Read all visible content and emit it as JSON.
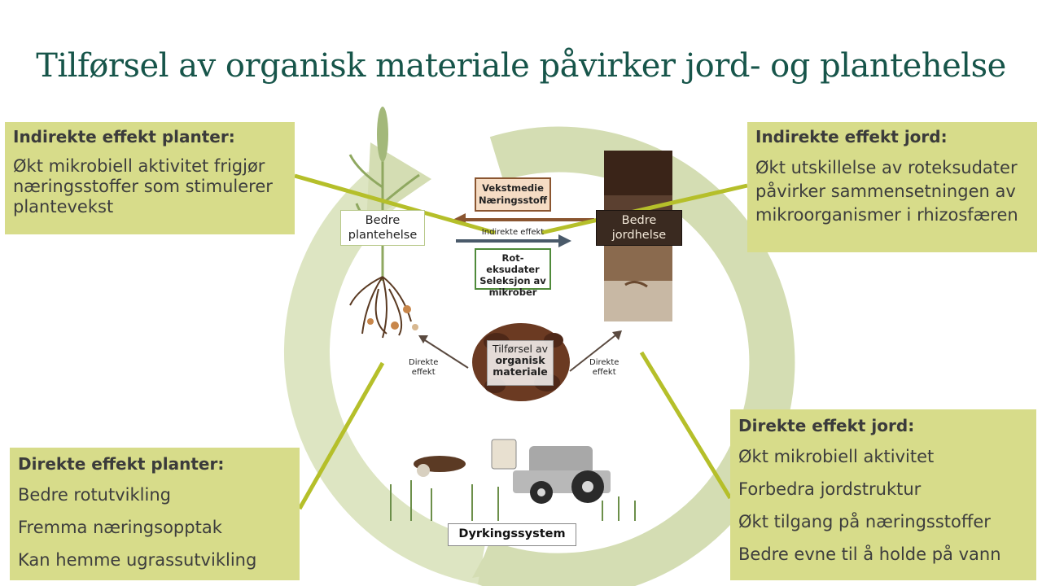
{
  "title": "Tilførsel av organisk materiale påvirker jord- og plantehelse",
  "boxes": {
    "indirect_plants": {
      "heading": "Indirekte effekt planter:",
      "text": "Økt mikrobiell aktivitet frigjør næringsstoffer som stimulerer plantevekst"
    },
    "indirect_soil": {
      "heading": "Indirekte effekt jord:",
      "text": "Økt utskillelse av roteksudater påvirker sammensetningen av mikroorganismer i rhizosfæren"
    },
    "direct_plants": {
      "heading": "Direkte effekt planter:",
      "items": [
        "Bedre rotutvikling",
        "Fremma næringsopptak",
        "Kan hemme ugrassutvikling"
      ]
    },
    "direct_soil": {
      "heading": "Direkte effekt jord:",
      "items": [
        "Økt mikrobiell aktivitet",
        "Forbedra jordstruktur",
        "Økt tilgang på næringsstoffer",
        "Bedre evne til å holde på vann"
      ]
    }
  },
  "diagram": {
    "plant_health": [
      "Bedre",
      "plantehelse"
    ],
    "soil_health": [
      "Bedre",
      "jordhelse"
    ],
    "growth_medium": [
      "Vekstmedie",
      "Næringsstoff"
    ],
    "indirect_effect": "Indirekte effekt",
    "root_exudates": [
      "Rot-eksudater",
      "Seleksjon av",
      "mikrober"
    ],
    "organic_input": [
      "Tilførsel av",
      "organisk",
      "materiale"
    ],
    "direct_effect_left": [
      "Direkte",
      "effekt"
    ],
    "direct_effect_right": [
      "Direkte",
      "effekt"
    ],
    "cropping_system": "Dyrkingssystem"
  },
  "colors": {
    "title": "#17554a",
    "box_fill": "#d7dc8a",
    "connector": "#b5bf2a",
    "cycle": "#d2dcb0"
  }
}
